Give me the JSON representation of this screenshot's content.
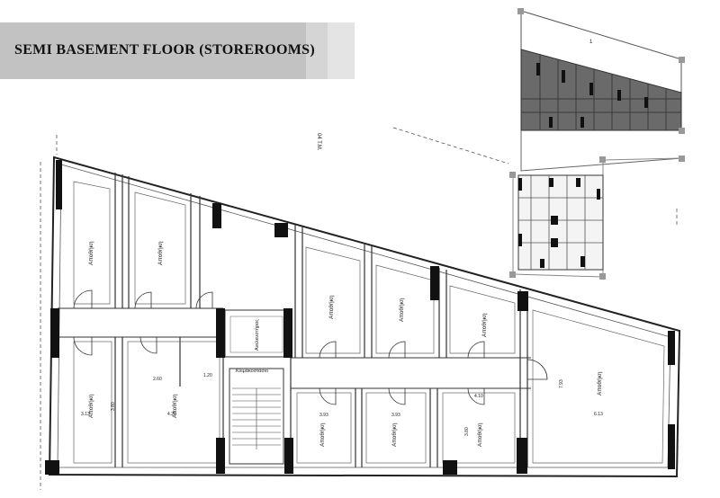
{
  "header": {
    "title": "SEMI BASEMENT FLOOR (STOREROOMS)"
  },
  "plan": {
    "elevation_mark": "04 Τ.Μ.",
    "room_label": "Αποθήκη",
    "stair_label": "Κλιμακοστάσιο",
    "lift_label": "Ανελκυστήρας",
    "dims": [
      "3.13",
      "4.20",
      "2.60",
      "1.20",
      "3.93",
      "3.93",
      "4.10",
      "6.13",
      "7.93",
      "3.80",
      "3.80"
    ]
  },
  "keyplan": {
    "boundary_label": "1"
  }
}
